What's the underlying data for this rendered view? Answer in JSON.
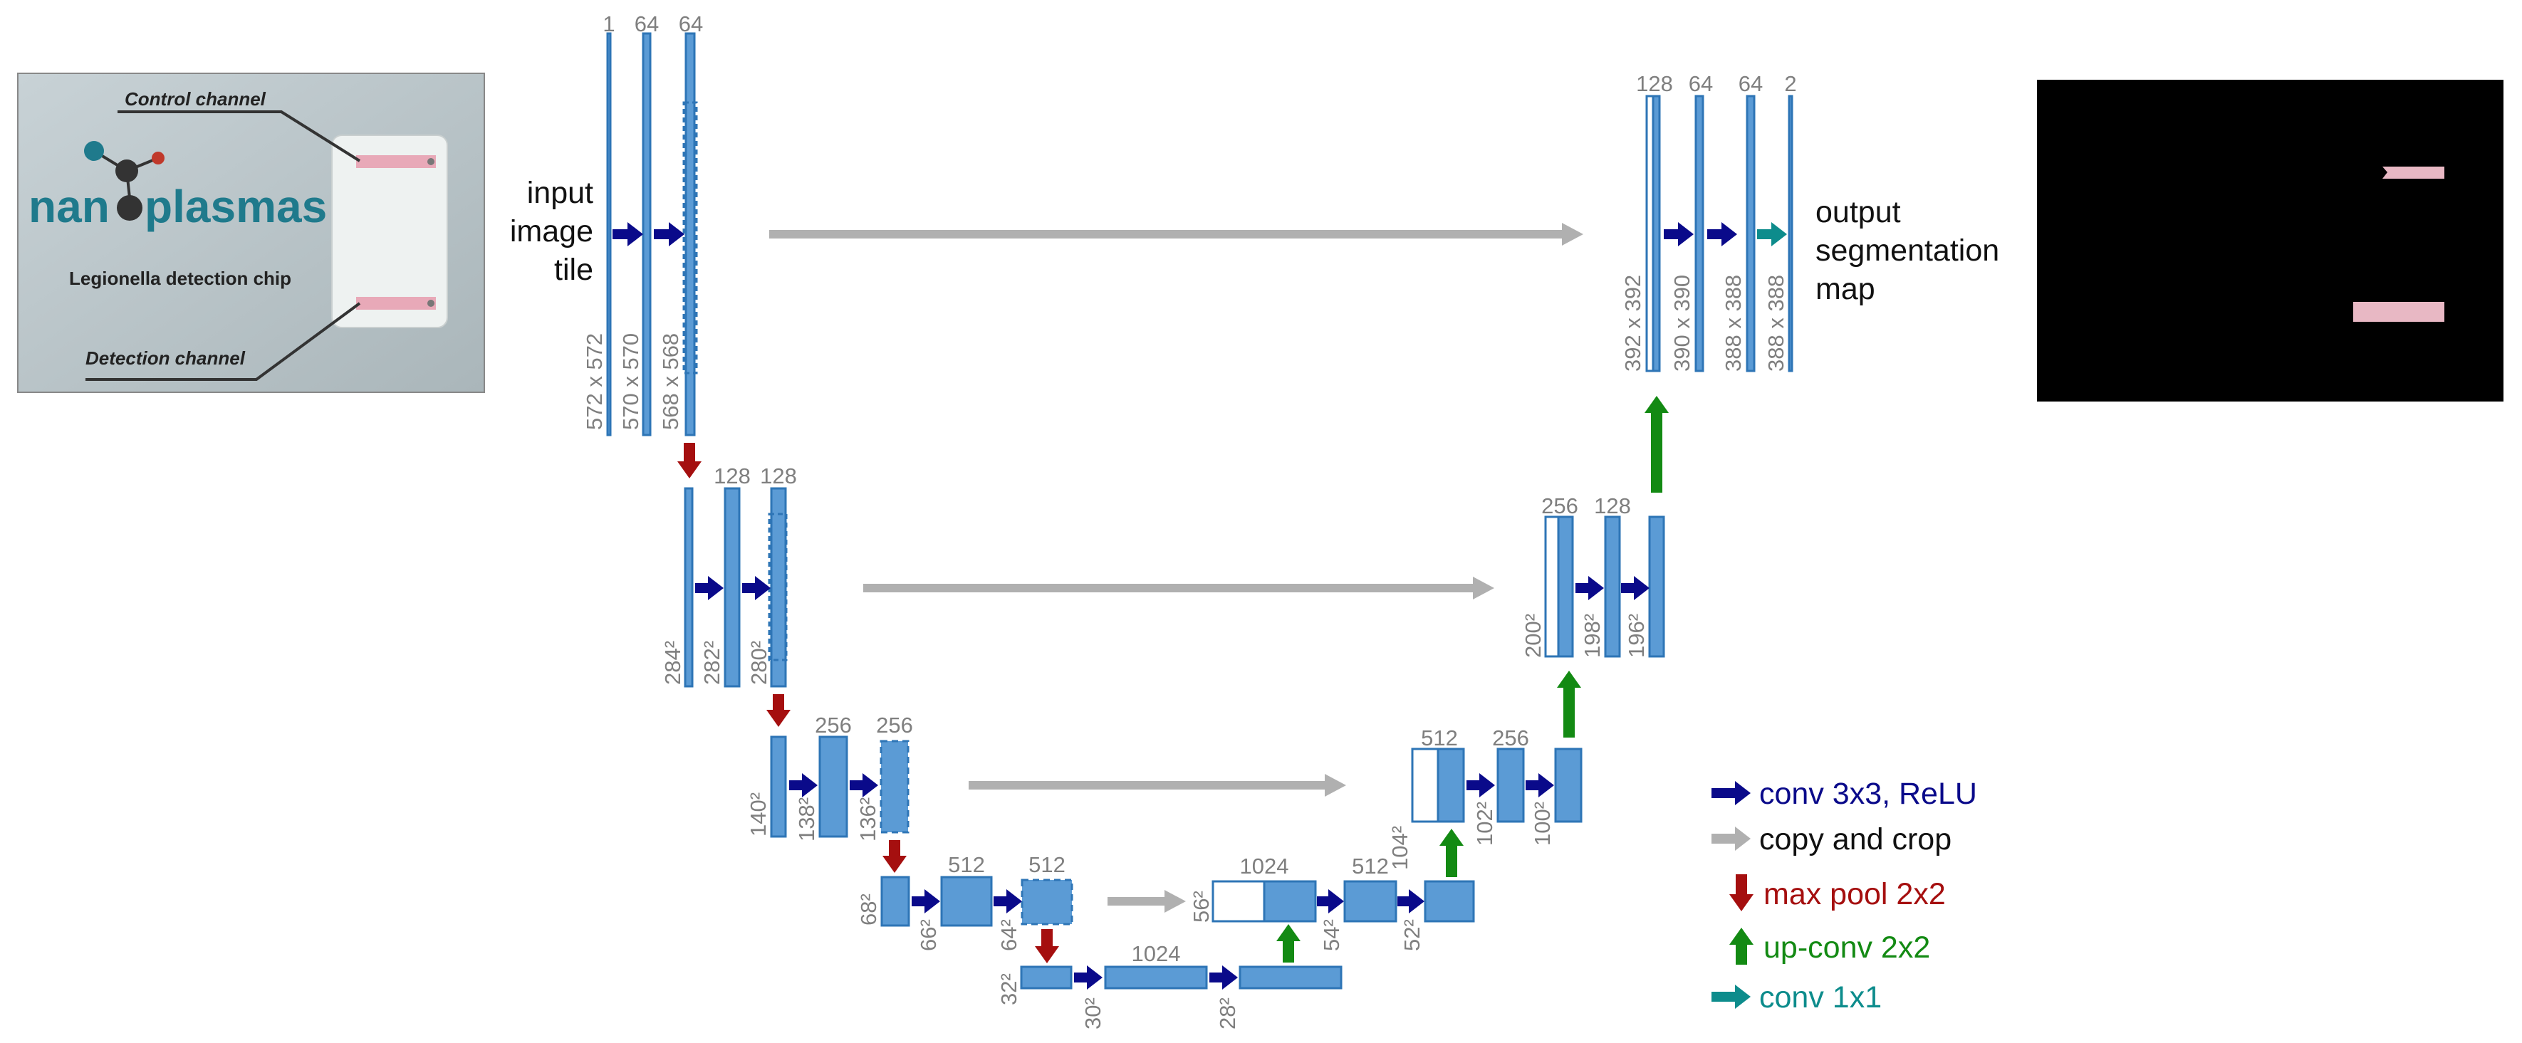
{
  "colors": {
    "conv": "#0a0a8a",
    "copy": "#b0b0b0",
    "pool": "#a50f0f",
    "upconv": "#138a13",
    "conv1x1": "#0d8c8c",
    "block_fill": "#5b9bd5",
    "block_stroke": "#2e75b6"
  },
  "chip_image": {
    "control_channel": "Control channel",
    "logo_left": "nan",
    "logo_right": "plasmas",
    "caption": "Legionella detection chip",
    "detection_channel": "Detection channel"
  },
  "input_label": [
    "input",
    "image",
    "tile"
  ],
  "output_label": [
    "output",
    "segmentation",
    "map"
  ],
  "levels": {
    "l1": {
      "channels": [
        "1",
        "64",
        "64"
      ],
      "sizes": [
        "572 x 572",
        "570 x 570",
        "568 x 568"
      ]
    },
    "l2": {
      "channels": [
        "128",
        "128"
      ],
      "sizes": [
        "284²",
        "282²",
        "280²"
      ]
    },
    "l3": {
      "channels": [
        "256",
        "256"
      ],
      "sizes": [
        "140²",
        "138²",
        "136²"
      ]
    },
    "l4": {
      "channels": [
        "512",
        "512"
      ],
      "sizes": [
        "68²",
        "66²",
        "64²"
      ]
    },
    "l5": {
      "channels": [
        "1024"
      ],
      "sizes": [
        "32²",
        "30²",
        "28²"
      ]
    },
    "u4": {
      "channels": [
        "1024",
        "512"
      ],
      "sizes": [
        "56²",
        "54²",
        "52²"
      ]
    },
    "u3": {
      "channels": [
        "512",
        "256"
      ],
      "sizes": [
        "104²",
        "102²",
        "100²"
      ]
    },
    "u2": {
      "channels": [
        "256",
        "128"
      ],
      "sizes": [
        "200²",
        "198²",
        "196²"
      ]
    },
    "u1": {
      "channels": [
        "128",
        "64",
        "64",
        "2"
      ],
      "sizes": [
        "392 x 392",
        "390 x 390",
        "388 x 388",
        "388 x 388"
      ]
    }
  },
  "legend": [
    {
      "label": "conv 3x3, ReLU",
      "icon": "right-arrow-icon",
      "color": "#0a0a8a"
    },
    {
      "label": "copy and crop",
      "icon": "right-arrow-icon",
      "color": "#b0b0b0"
    },
    {
      "label": "max pool 2x2",
      "icon": "down-arrow-icon",
      "color": "#a50f0f"
    },
    {
      "label": "up-conv 2x2",
      "icon": "up-arrow-icon",
      "color": "#138a13"
    },
    {
      "label": "conv 1x1",
      "icon": "right-arrow-icon",
      "color": "#0d8c8c"
    }
  ]
}
